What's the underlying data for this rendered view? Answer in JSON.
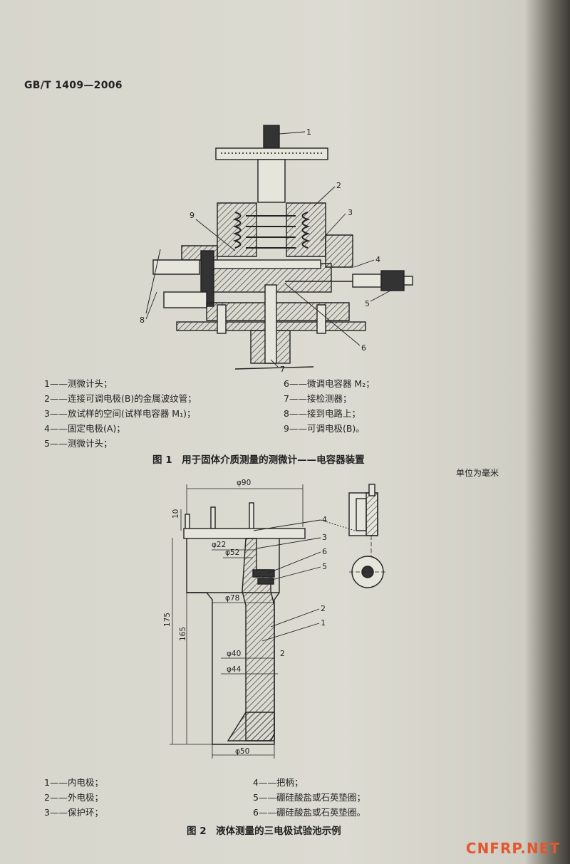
{
  "header": {
    "standard": "GB/T 1409—2006"
  },
  "figure1": {
    "caption": "图 1　用于固体介质测量的测微计——电容器装置",
    "callouts": [
      "1",
      "2",
      "3",
      "4",
      "5",
      "6",
      "7",
      "8",
      "9"
    ],
    "legend_left": [
      "1——测微计头；",
      "2——连接可调电极(B)的金属波纹管；",
      "3——放试样的空间(试样电容器 M₁)；",
      "4——固定电极(A)；",
      "5——测微计头；"
    ],
    "legend_right": [
      "6——微调电容器 M₂；",
      "7——接检测器；",
      "8——接到电路上；",
      "9——可调电极(B)。"
    ]
  },
  "figure2": {
    "unit": "单位为毫米",
    "caption": "图 2　液体测量的三电极试验池示例",
    "dims": {
      "d90": "φ90",
      "d22": "φ22",
      "d52": "φ52",
      "d78": "φ78",
      "d40": "φ40",
      "d44": "φ44",
      "d50": "φ50",
      "h10": "10",
      "h175": "175",
      "h165": "165",
      "g2": "2"
    },
    "callouts": [
      "4",
      "3",
      "6",
      "5",
      "2",
      "1"
    ],
    "legend_left": [
      "1——内电极；",
      "2——外电极；",
      "3——保护环；"
    ],
    "legend_right": [
      "4——把柄；",
      "5——硼硅酸盐或石英垫圈；",
      "6——硼硅酸盐或石英垫圈。"
    ]
  },
  "watermark": "CNFRP.NET"
}
